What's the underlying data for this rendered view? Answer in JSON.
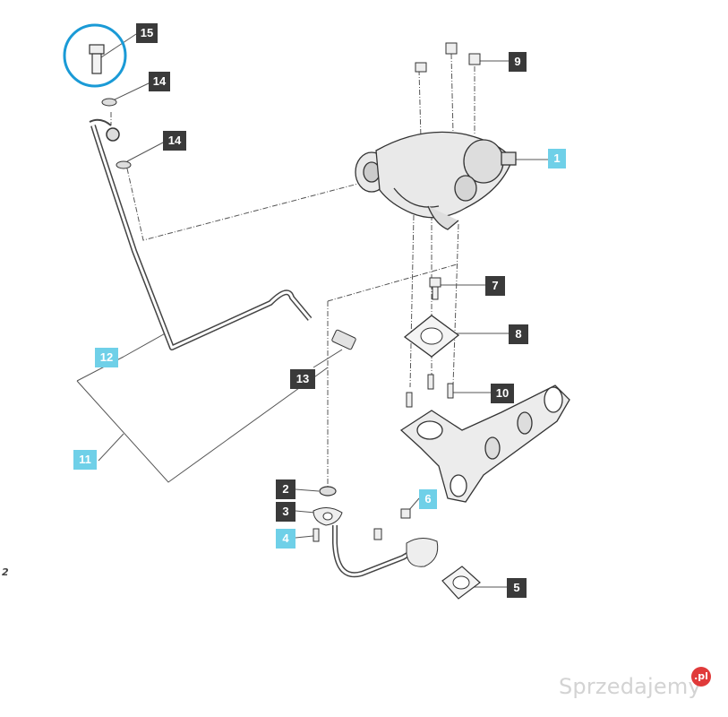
{
  "callouts": [
    {
      "id": "1",
      "label": "1",
      "style": "cyan"
    },
    {
      "id": "2",
      "label": "2",
      "style": "dark"
    },
    {
      "id": "3",
      "label": "3",
      "style": "dark"
    },
    {
      "id": "4",
      "label": "4",
      "style": "cyan"
    },
    {
      "id": "5",
      "label": "5",
      "style": "dark"
    },
    {
      "id": "6",
      "label": "6",
      "style": "cyan"
    },
    {
      "id": "7",
      "label": "7",
      "style": "dark"
    },
    {
      "id": "8",
      "label": "8",
      "style": "dark"
    },
    {
      "id": "9",
      "label": "9",
      "style": "dark"
    },
    {
      "id": "10",
      "label": "10",
      "style": "dark"
    },
    {
      "id": "11",
      "label": "11",
      "style": "cyan"
    },
    {
      "id": "12",
      "label": "12",
      "style": "cyan"
    },
    {
      "id": "13",
      "label": "13",
      "style": "dark"
    },
    {
      "id": "14a",
      "label": "14",
      "style": "dark"
    },
    {
      "id": "14b",
      "label": "14",
      "style": "dark"
    },
    {
      "id": "15",
      "label": "15",
      "style": "dark"
    }
  ],
  "page_number": "2",
  "watermark": {
    "text": "Sprzedajemy",
    "badge": ".pl"
  },
  "colors": {
    "dark_label": "#3a3a3a",
    "cyan_label": "#6fd0e8",
    "highlight_circle": "#1a9ad6",
    "line": "#555555"
  }
}
